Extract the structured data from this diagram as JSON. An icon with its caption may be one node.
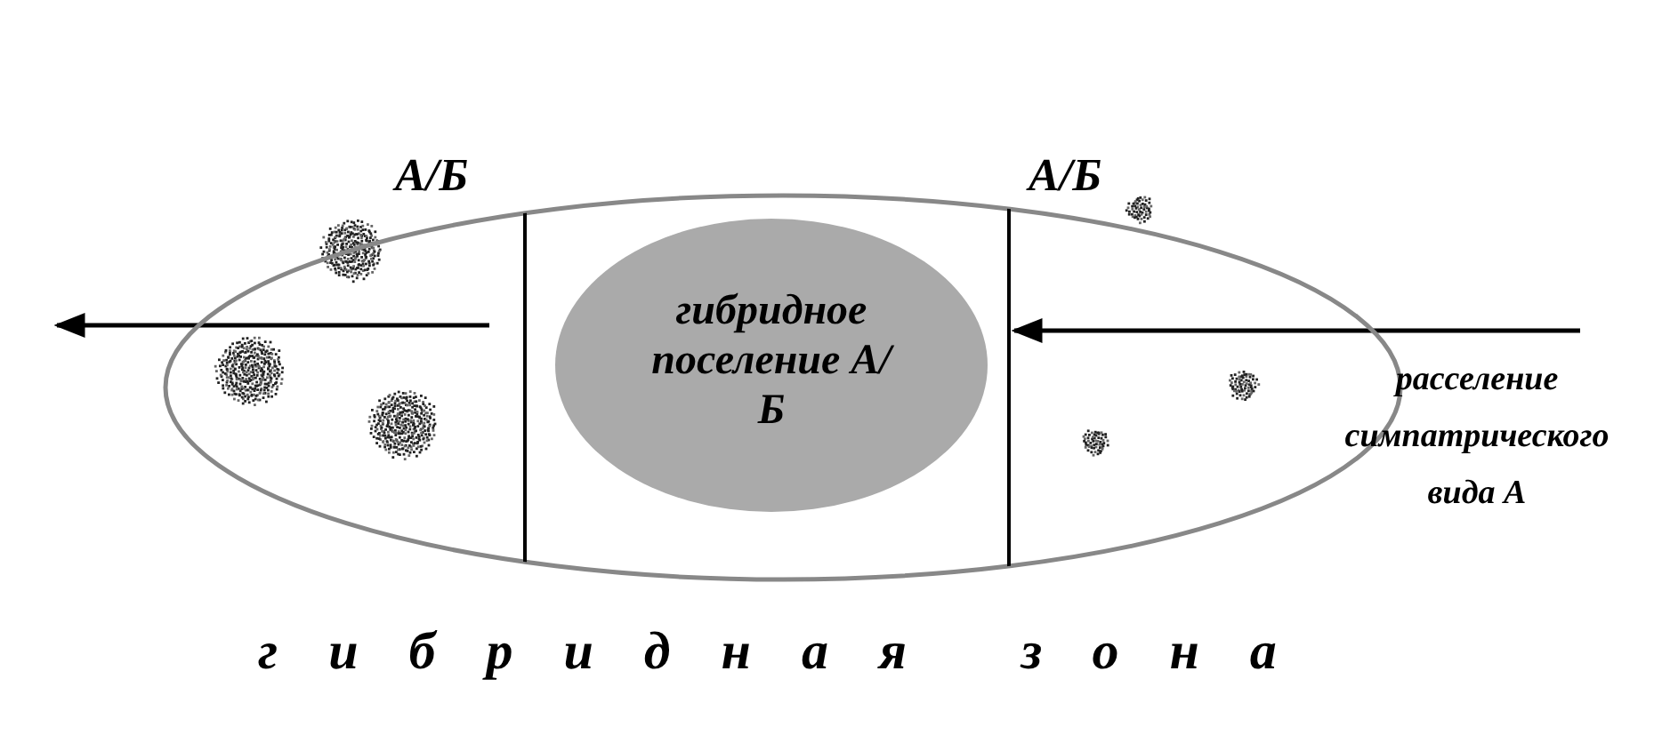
{
  "diagram": {
    "nodes": [
      {
        "text": [
          "гибридная зона"
        ]
      },
      {
        "text": [
          "гибридное поселение А/Б"
        ],
        "in": 0
      }
    ],
    "edges": [],
    "labels": [
      "А/Б",
      "А/Б",
      "расселение симпатрического вида А"
    ]
  }
}
